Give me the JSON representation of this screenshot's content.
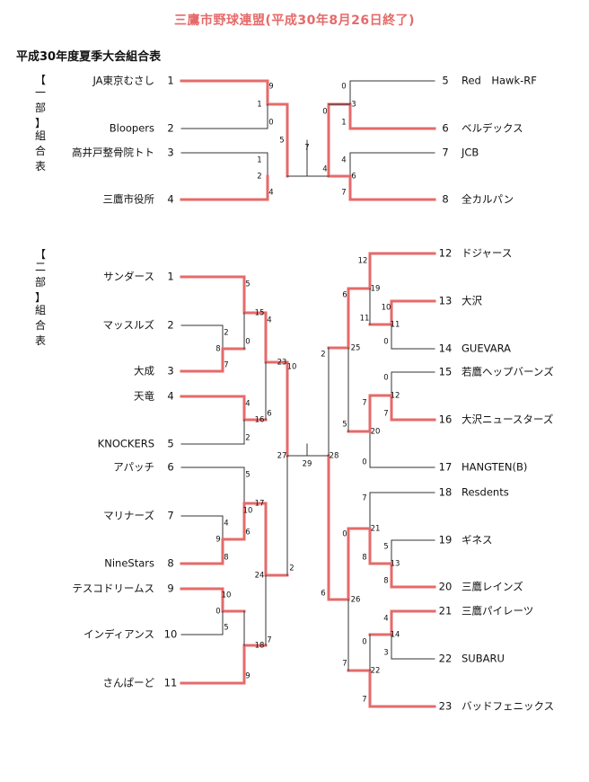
{
  "title": "三鷹市野球連盟(平成30年8月26日終了)",
  "subtitle": "平成30年度夏季大会組合表",
  "colors": {
    "win": "#e66a6a",
    "line": "#333333",
    "title": "#e66a6a"
  },
  "divisions": [
    {
      "label": "【一部】組合表"
    },
    {
      "label": "【二部】組合表"
    }
  ],
  "teams": [
    {
      "num": "1",
      "name": "JA東京むさし"
    },
    {
      "num": "2",
      "name": "Bloopers"
    },
    {
      "num": "3",
      "name": "高井戸整骨院トト"
    },
    {
      "num": "4",
      "name": "三鷹市役所"
    },
    {
      "num": "5",
      "name": "Red　Hawk-RF"
    },
    {
      "num": "6",
      "name": "ベルデックス"
    },
    {
      "num": "7",
      "name": "JCB"
    },
    {
      "num": "8",
      "name": "全カルパン"
    },
    {
      "num": "1",
      "name": "サンダース"
    },
    {
      "num": "2",
      "name": "マッスルズ"
    },
    {
      "num": "3",
      "name": "大成"
    },
    {
      "num": "4",
      "name": "天竜"
    },
    {
      "num": "5",
      "name": "KNOCKERS"
    },
    {
      "num": "6",
      "name": "アパッチ"
    },
    {
      "num": "7",
      "name": "マリナーズ"
    },
    {
      "num": "8",
      "name": "NineStars"
    },
    {
      "num": "9",
      "name": "テスコドリームス"
    },
    {
      "num": "10",
      "name": "インディアンス"
    },
    {
      "num": "11",
      "name": "さんぱーど"
    },
    {
      "num": "12",
      "name": "ドジャース"
    },
    {
      "num": "13",
      "name": "大沢"
    },
    {
      "num": "14",
      "name": "GUEVARA"
    },
    {
      "num": "15",
      "name": "若鷹ヘップバーンズ"
    },
    {
      "num": "16",
      "name": "大沢ニュースターズ"
    },
    {
      "num": "17",
      "name": "HANGTEN(B)"
    },
    {
      "num": "18",
      "name": "Resdents"
    },
    {
      "num": "19",
      "name": "ギネス"
    },
    {
      "num": "20",
      "name": "三鷹レインズ"
    },
    {
      "num": "21",
      "name": "三鷹パイレーツ"
    },
    {
      "num": "22",
      "name": "SUBARU"
    },
    {
      "num": "23",
      "name": "バッドフェニックス"
    }
  ],
  "scores": [
    "9",
    "1",
    "0",
    "1",
    "2",
    "4",
    "0",
    "3",
    "1",
    "0",
    "4",
    "7",
    "4",
    "6",
    "5",
    "7",
    "5",
    "15",
    "0",
    "2",
    "8",
    "7",
    "4",
    "16",
    "2",
    "4",
    "6",
    "23",
    "10",
    "5",
    "17",
    "4",
    "9",
    "6",
    "8",
    "24",
    "2",
    "10",
    "10",
    "0",
    "5",
    "18",
    "7",
    "9",
    "27",
    "29",
    "28",
    "12",
    "6",
    "19",
    "11",
    "10",
    "11",
    "0",
    "2",
    "25",
    "0",
    "12",
    "7",
    "7",
    "20",
    "5",
    "0",
    "7",
    "21",
    "0",
    "5",
    "8",
    "13",
    "8",
    "6",
    "26",
    "4",
    "14",
    "3",
    "0",
    "22",
    "7",
    "7"
  ]
}
